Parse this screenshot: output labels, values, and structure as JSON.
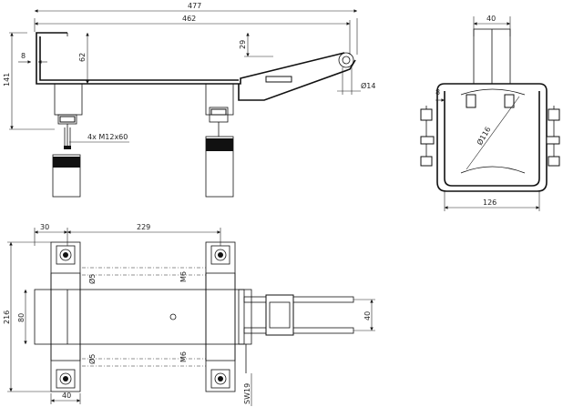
{
  "drawing": {
    "side_view": {
      "overall_length": "477",
      "arm_length": "462",
      "height": "141",
      "height_62": "62",
      "offset_29": "29",
      "offset_8": "8",
      "hole_dia": "Ø14",
      "bolt_callout": "4x M12x60"
    },
    "end_view": {
      "top_width": "40",
      "offset_8": "8",
      "tube_dia": "Ø116",
      "bottom_width": "126"
    },
    "plan_view": {
      "offset_30": "30",
      "spacing_229": "229",
      "height_216": "216",
      "inner_80": "80",
      "bottom_40": "40",
      "slot_40": "40",
      "hole_d5_top": "Ø5",
      "hole_d5_bottom": "Ø5",
      "thread_m6_top": "M6",
      "thread_m6_bottom": "M6",
      "wrench": "SW19"
    }
  }
}
